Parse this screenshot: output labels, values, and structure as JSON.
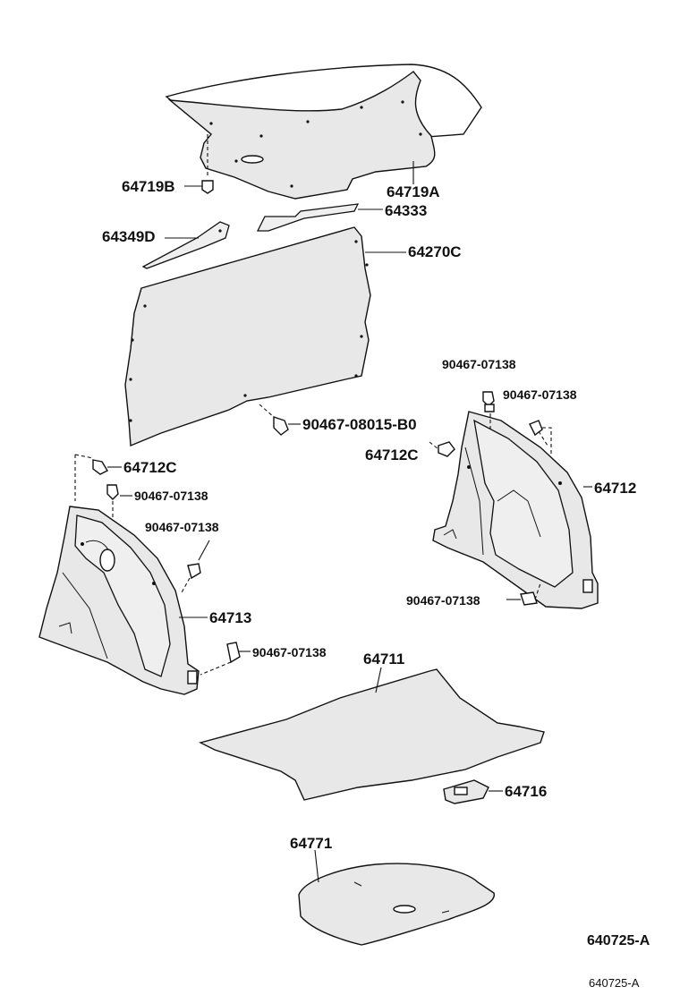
{
  "labels": {
    "p64719B": "64719B",
    "p64719A": "64719A",
    "p64333": "64333",
    "p64349D": "64349D",
    "p64270C": "64270C",
    "p90467_07138_a": "90467-07138",
    "p90467_07138_b": "90467-07138",
    "p90467_08015": "90467-08015-B0",
    "p64712C_right": "64712C",
    "p64712": "64712",
    "p64712C_left": "64712C",
    "p90467_07138_c": "90467-07138",
    "p90467_07138_d": "90467-07138",
    "p64713": "64713",
    "p90467_07138_e": "90467-07138",
    "p90467_07138_f": "90467-07138",
    "p64711": "64711",
    "p64716": "64716",
    "p64771": "64771"
  },
  "reference": {
    "main": "640725-A",
    "footer": "640725-A"
  }
}
